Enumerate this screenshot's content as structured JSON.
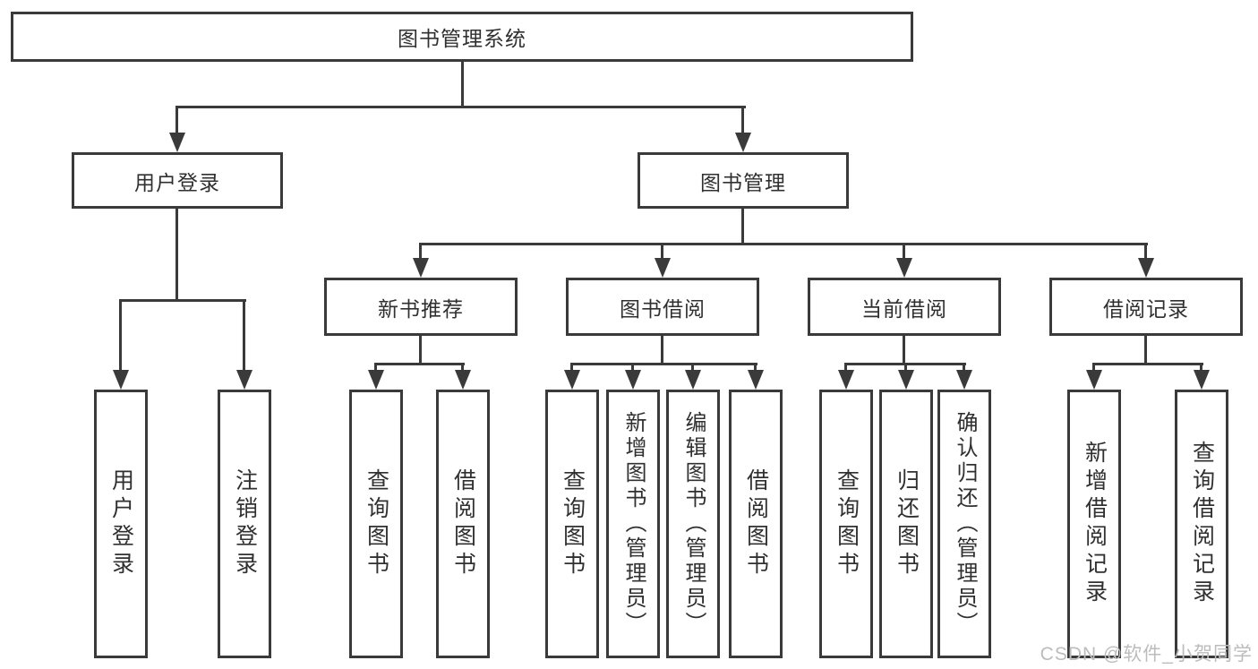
{
  "diagram": {
    "title": "图书管理系统",
    "level2": {
      "user_login": "用户登录",
      "book_mgmt": "图书管理"
    },
    "level3": {
      "new_books": "新书推荐",
      "book_borrow": "图书借阅",
      "current_borrow": "当前借阅",
      "borrow_records": "借阅记录"
    },
    "leaves": {
      "user_login": [
        "用户登录",
        "注销登录"
      ],
      "new_books": [
        "查询图书",
        "借阅图书"
      ],
      "book_borrow": [
        "查询图书",
        "新增图书（管理员）",
        "编辑图书（管理员）",
        "借阅图书"
      ],
      "current_borrow": [
        "查询图书",
        "归还图书",
        "确认归还（管理员）"
      ],
      "borrow_records": [
        "新增借阅记录",
        "查询借阅记录"
      ]
    },
    "watermark": "CSDN @软件_小贺同学",
    "colors": {
      "line": "#3a3a3a",
      "text": "#303030",
      "watermark": "#bcbcbc",
      "background": "#ffffff"
    }
  }
}
